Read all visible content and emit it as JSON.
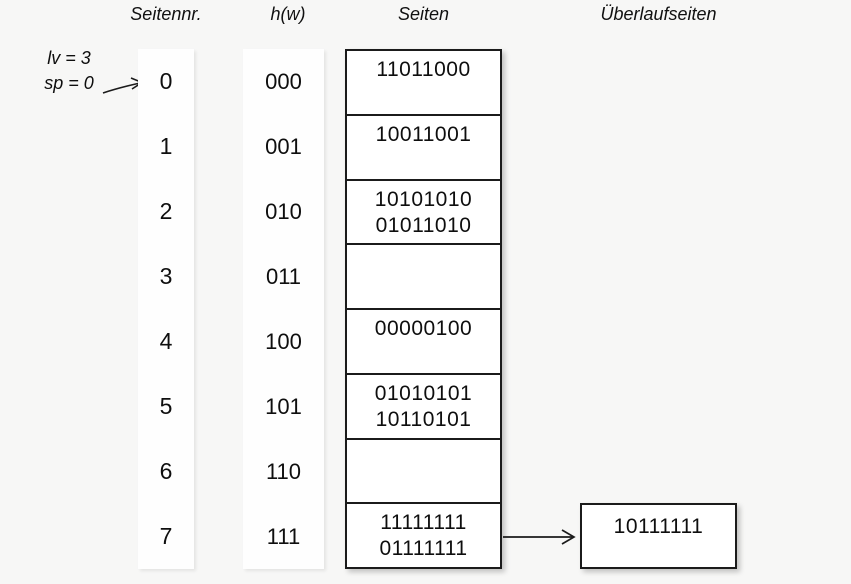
{
  "title": "Lineares Hashing Diagramm",
  "colors": {
    "background": "#f7f7f6",
    "surface": "#ffffff",
    "border": "#1b1b1b",
    "text": "#0e0e0e"
  },
  "annotation": {
    "level_label": "lv = 3",
    "split_pointer_label": "sp = 0",
    "pointer_icon": "arrow-up-right-icon"
  },
  "headers": {
    "page_number": "Seitennr.",
    "hash_function": "h(w)",
    "pages": "Seiten",
    "overflow_pages": "Überlaufseiten"
  },
  "rows": [
    {
      "page_number": "0",
      "hash": "000",
      "entries": [
        "11011000"
      ]
    },
    {
      "page_number": "1",
      "hash": "001",
      "entries": [
        "10011001"
      ]
    },
    {
      "page_number": "2",
      "hash": "010",
      "entries": [
        "10101010",
        "01011010"
      ]
    },
    {
      "page_number": "3",
      "hash": "011",
      "entries": []
    },
    {
      "page_number": "4",
      "hash": "100",
      "entries": []
    },
    {
      "page_number": "5",
      "hash": "101",
      "entries": [
        "01010101",
        "10110101"
      ]
    },
    {
      "page_number": "6",
      "hash": "110",
      "entries": []
    },
    {
      "page_number": "7",
      "hash": "111",
      "entries": [
        "11111111",
        "01111111"
      ]
    }
  ],
  "rows_fix": {
    "row4_entry": "00000100"
  },
  "overflow": {
    "attached_to_page": "7",
    "entries": [
      "10111111"
    ],
    "link_icon": "arrow-right-icon"
  }
}
